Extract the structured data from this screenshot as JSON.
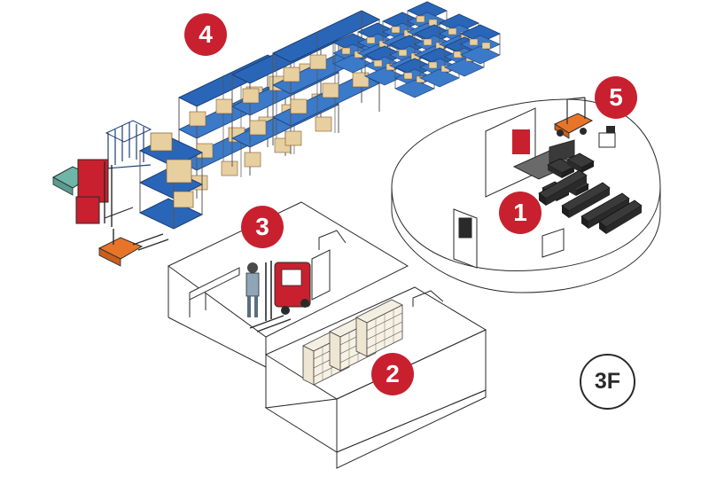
{
  "areas": [
    {
      "id": "1",
      "label": "1"
    },
    {
      "id": "2",
      "label": "2"
    },
    {
      "id": "3",
      "label": "3"
    },
    {
      "id": "4",
      "label": "4"
    },
    {
      "id": "5",
      "label": "5"
    }
  ],
  "floor": {
    "label": "3F"
  },
  "colors": {
    "badge": "#c8202f",
    "rack_blue": "#2a66b8",
    "box_tan": "#e8cfa0",
    "forklift_red": "#c8202f",
    "forklift_orange": "#e8742a",
    "teal": "#6fb5a8",
    "outline": "#2a2a2a"
  }
}
